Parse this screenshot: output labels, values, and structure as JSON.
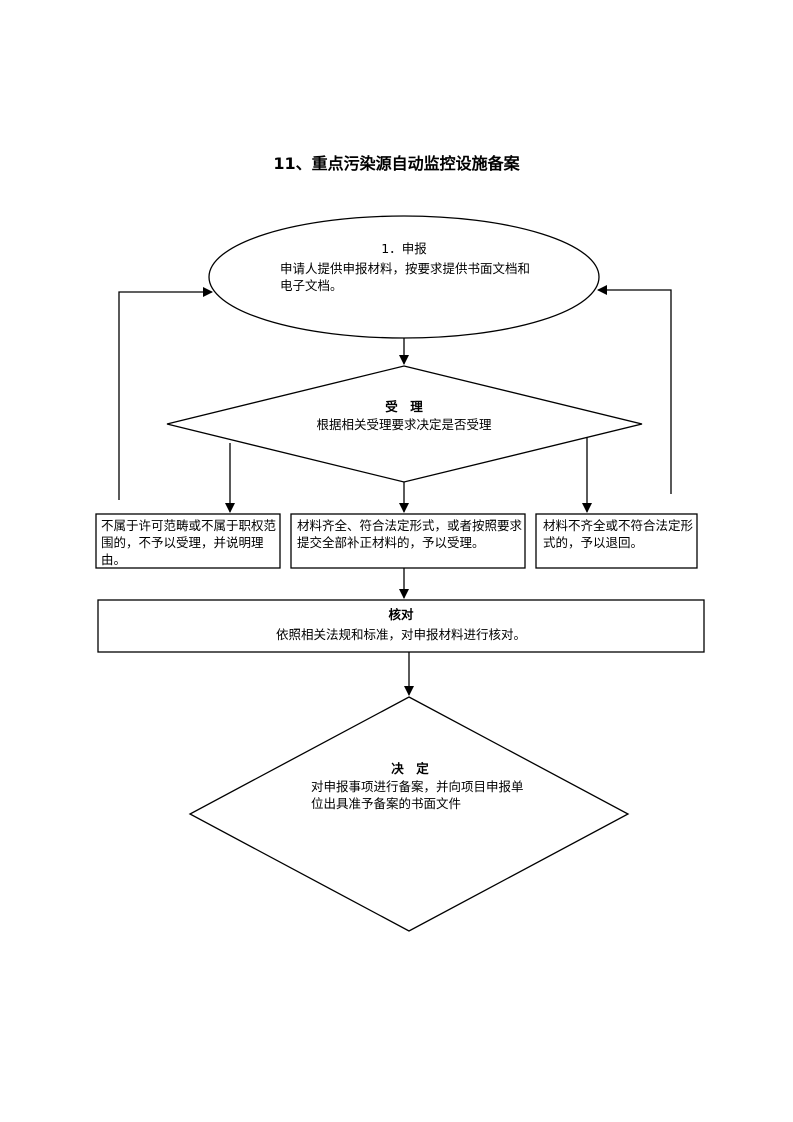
{
  "title": "11、重点污染源自动监控设施备案",
  "apply": {
    "step": "1．申报",
    "text": "申请人提供申报材料，按要求提供书面文档和电子文档。"
  },
  "accept": {
    "heading": "受　理",
    "text": "根据相关受理要求决定是否受理"
  },
  "outcomes": {
    "not_in_scope": "不属于许可范畴或不属于职权范围的，不予以受理，并说明理由。",
    "complete": "材料齐全、符合法定形式，或者按照要求提交全部补正材料的，予以受理。",
    "incomplete": "材料不齐全或不符合法定形式的，予以退回。"
  },
  "review": {
    "heading": "核对",
    "text": "依照相关法规和标准，对申报材料进行核对。"
  },
  "decision": {
    "heading": "决　定",
    "text": "对申报事项进行备案，并向项目申报单位出具准予备案的书面文件"
  }
}
